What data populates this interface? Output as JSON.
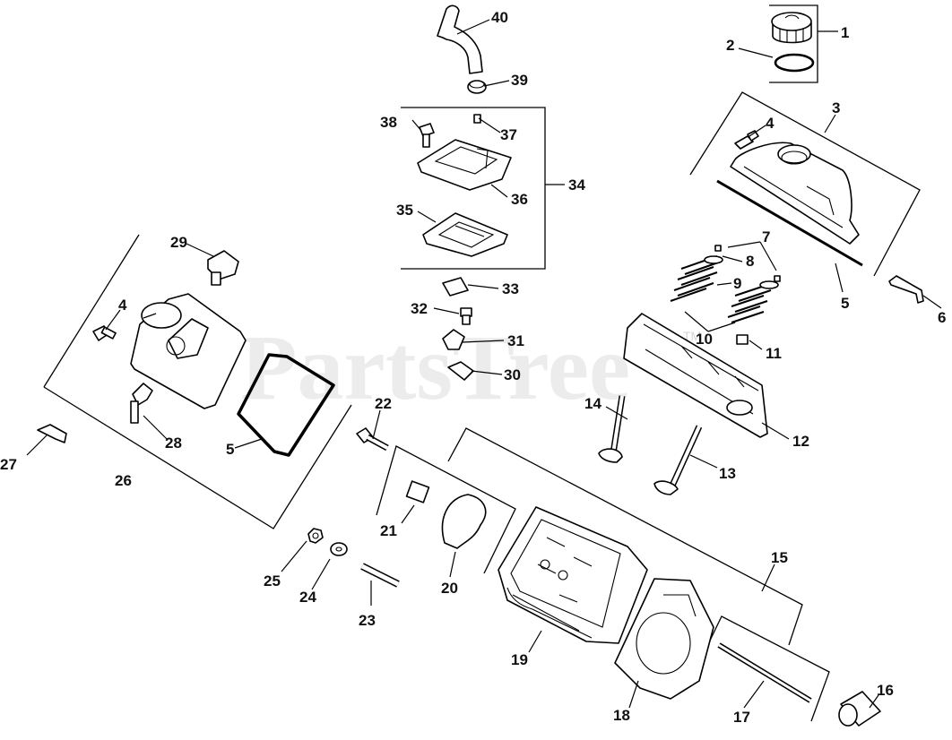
{
  "watermark": {
    "text": "PartsTree",
    "trademark": "TM"
  },
  "callouts": [
    "1",
    "2",
    "3",
    "4",
    "5",
    "6",
    "7",
    "8",
    "9",
    "10",
    "11",
    "12",
    "13",
    "14",
    "15",
    "16",
    "17",
    "18",
    "19",
    "20",
    "21",
    "22",
    "23",
    "24",
    "25",
    "26",
    "27",
    "28",
    "29",
    "30",
    "31",
    "32",
    "33",
    "34",
    "35",
    "36",
    "37",
    "38",
    "39",
    "40"
  ]
}
